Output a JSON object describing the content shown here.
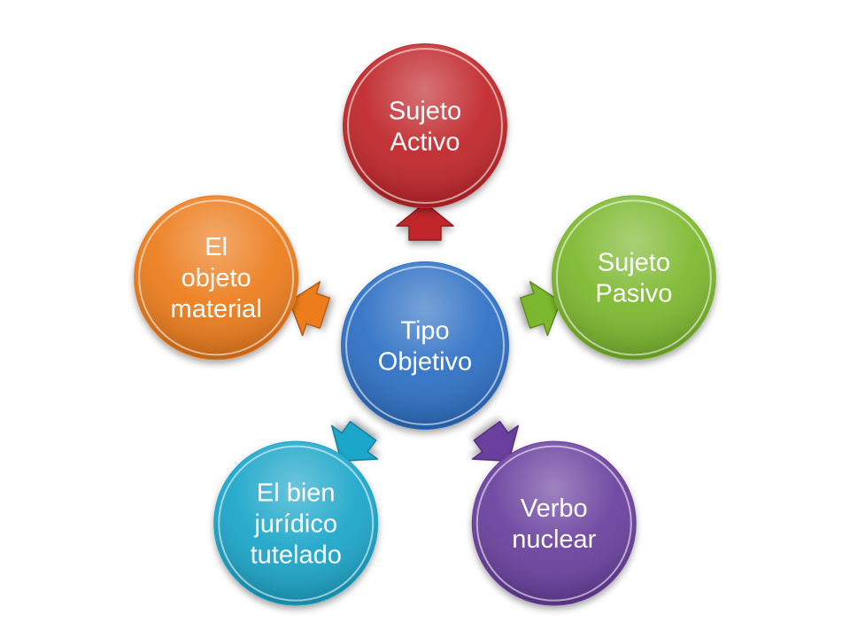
{
  "diagram": {
    "center": {
      "lines": [
        "Tipo",
        "Objetivo"
      ],
      "color": "#2f6fc4"
    },
    "nodes": [
      {
        "id": "sujeto-activo",
        "lines": [
          "Sujeto",
          "Activo"
        ],
        "color": "#c0282c"
      },
      {
        "id": "sujeto-pasivo",
        "lines": [
          "Sujeto",
          "Pasivo"
        ],
        "color": "#7cb82f"
      },
      {
        "id": "verbo-nuclear",
        "lines": [
          "Verbo",
          "nuclear"
        ],
        "color": "#6a3f9e"
      },
      {
        "id": "el-bien-juridico-tutelado",
        "lines": [
          "El bien",
          "jurídico",
          "tutelado"
        ],
        "color": "#1fa6c9"
      },
      {
        "id": "el-objeto-material",
        "lines": [
          "El",
          "objeto",
          "material"
        ],
        "color": "#ec7c1c"
      }
    ]
  }
}
